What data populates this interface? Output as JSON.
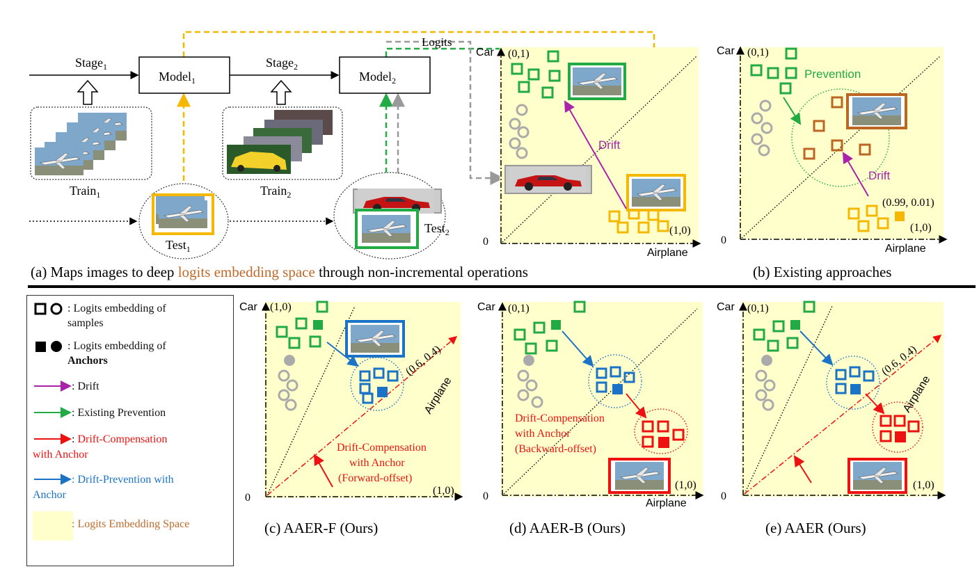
{
  "panel_a": {
    "stage1": "Stage",
    "stage1_sub": "1",
    "stage2": "Stage",
    "stage2_sub": "2",
    "model1": "Model",
    "model1_sub": "1",
    "model2": "Model",
    "model2_sub": "2",
    "logits": "Logits",
    "train1": "Train",
    "train1_sub": "1",
    "train2": "Train",
    "train2_sub": "2",
    "test1": "Test",
    "test1_sub": "1",
    "test2": "Test",
    "test2_sub": "2",
    "drift": "Drift",
    "car": "Car",
    "airplane": "Airplane",
    "origin": "0",
    "p01": "(0,1)",
    "p10": "(1,0)",
    "caption_pre": "(a) Maps images to deep ",
    "caption_hl": "logits embedding space",
    "caption_post": " through non-incremental operations"
  },
  "panel_b": {
    "car": "Car",
    "airplane": "Airplane",
    "origin": "0",
    "p01": "(0,1)",
    "p10": "(1,0)",
    "p9901": "(0.99, 0.01)",
    "prevention": "Prevention",
    "drift": "Drift",
    "caption": "(b) Existing approaches"
  },
  "panel_c": {
    "car": "Car",
    "airplane": "Airplane",
    "origin": "0",
    "p10a": "(1,0)",
    "p10b": "(1,0)",
    "p64": "(0.6, 0.4)",
    "dc1": "Drift-Compensation",
    "dc2": "with Anchor",
    "dc3": "(Forward-offset)",
    "caption": "(c) AAER-F (Ours)"
  },
  "panel_d": {
    "car": "Car",
    "airplane": "Airplane",
    "origin": "0",
    "p01": "(0,1)",
    "p10": "(1,0)",
    "dc1": "Drift-Compensation",
    "dc2": "with Anchor",
    "dc3": "(Backward-offset)",
    "caption": "(d) AAER-B (Ours)"
  },
  "panel_e": {
    "car": "Car",
    "airplane": "Airplane",
    "origin": "0",
    "p01": "(0,1)",
    "p10": "(1,0)",
    "p64": "(0.6, 0.4)",
    "caption": "(e) AAER (Ours)"
  },
  "legend": {
    "samples_1": ": Logits embedding of",
    "samples_2": "samples",
    "anchors_1": ": Logits embedding of",
    "anchors_2": "Anchors",
    "drift": ": Drift",
    "existing": ": Existing Prevention",
    "dc_1": ": Drift-Compensation",
    "dc_2": "with Anchor",
    "dp_1": ": Drift-Prevention with",
    "dp_2": "Anchor",
    "space": ": Logits Embedding Space"
  },
  "colors": {
    "space": "#ffffcc",
    "green": "#22aa44",
    "gray": "#aaaaaa",
    "yellow": "#f5b800",
    "brown": "#bb6622",
    "blue": "#1a73c7",
    "red": "#ee1111",
    "purple": "#aa22aa",
    "orange_text": "#c0692a"
  }
}
